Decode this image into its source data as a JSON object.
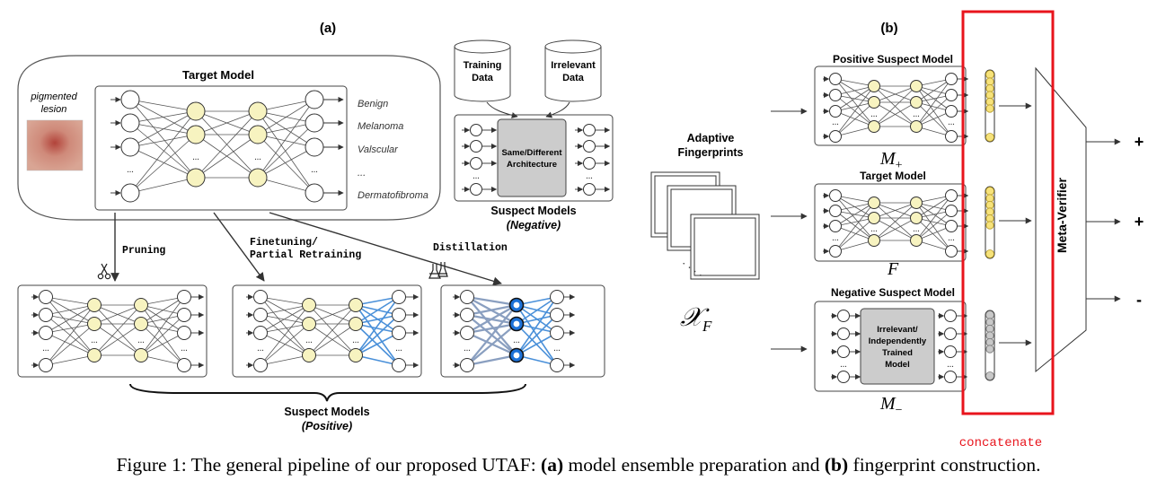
{
  "panel_a": {
    "label": "(a)",
    "target_model": {
      "title": "Target Model",
      "input_label_1": "pigmented",
      "input_label_2": "lesion",
      "outputs": [
        "Benign",
        "Melanoma",
        "Valscular",
        "...",
        "Dermatofibroma"
      ]
    },
    "databases": {
      "training_line1": "Training",
      "training_line2": "Data",
      "irrelevant_line1": "Irrelevant",
      "irrelevant_line2": "Data"
    },
    "negative_box": {
      "inner_line1": "Same/Different",
      "inner_line2": "Architecture",
      "caption_line1": "Suspect Models",
      "caption_line2": "(Negative)"
    },
    "arrows": {
      "pruning": "Pruning",
      "finetuning_line1": "Finetuning/",
      "finetuning_line2": "Partial Retraining",
      "distillation": "Distillation"
    },
    "positive_caption_line1": "Suspect Models",
    "positive_caption_line2": "(Positive)"
  },
  "panel_b": {
    "label": "(b)",
    "fingerprints_line1": "Adaptive",
    "fingerprints_line2": "Fingerprints",
    "xf_symbol": "𝒳",
    "xf_sub": "F",
    "positive_title": "Positive Suspect Model",
    "positive_symbol": "M",
    "positive_sub": "+",
    "target_title": "Target Model",
    "target_symbol": "F",
    "negative_title": "Negative Suspect Model",
    "negative_inner_line1": "Irrelevant/",
    "negative_inner_line2": "Independently",
    "negative_inner_line3": "Trained",
    "negative_inner_line4": "Model",
    "negative_symbol": "M",
    "negative_sub": "−",
    "meta_verifier": "Meta-Verifier",
    "outputs": [
      "+",
      "+",
      "-"
    ],
    "concatenate_label": "concatenate"
  },
  "caption": {
    "prefix": "Figure 1: The general pipeline of our proposed UTAF: ",
    "a_label": "(a)",
    "a_text": " model ensemble preparation and ",
    "b_label": "(b)",
    "b_text": " fingerprint construction."
  },
  "colors": {
    "highlight_red": "#e8141c",
    "node_yellow": "#f7f3c0",
    "blue_edge": "#4a90d9",
    "blue_node": "#1d72d8",
    "gray_box": "#cccccc"
  }
}
